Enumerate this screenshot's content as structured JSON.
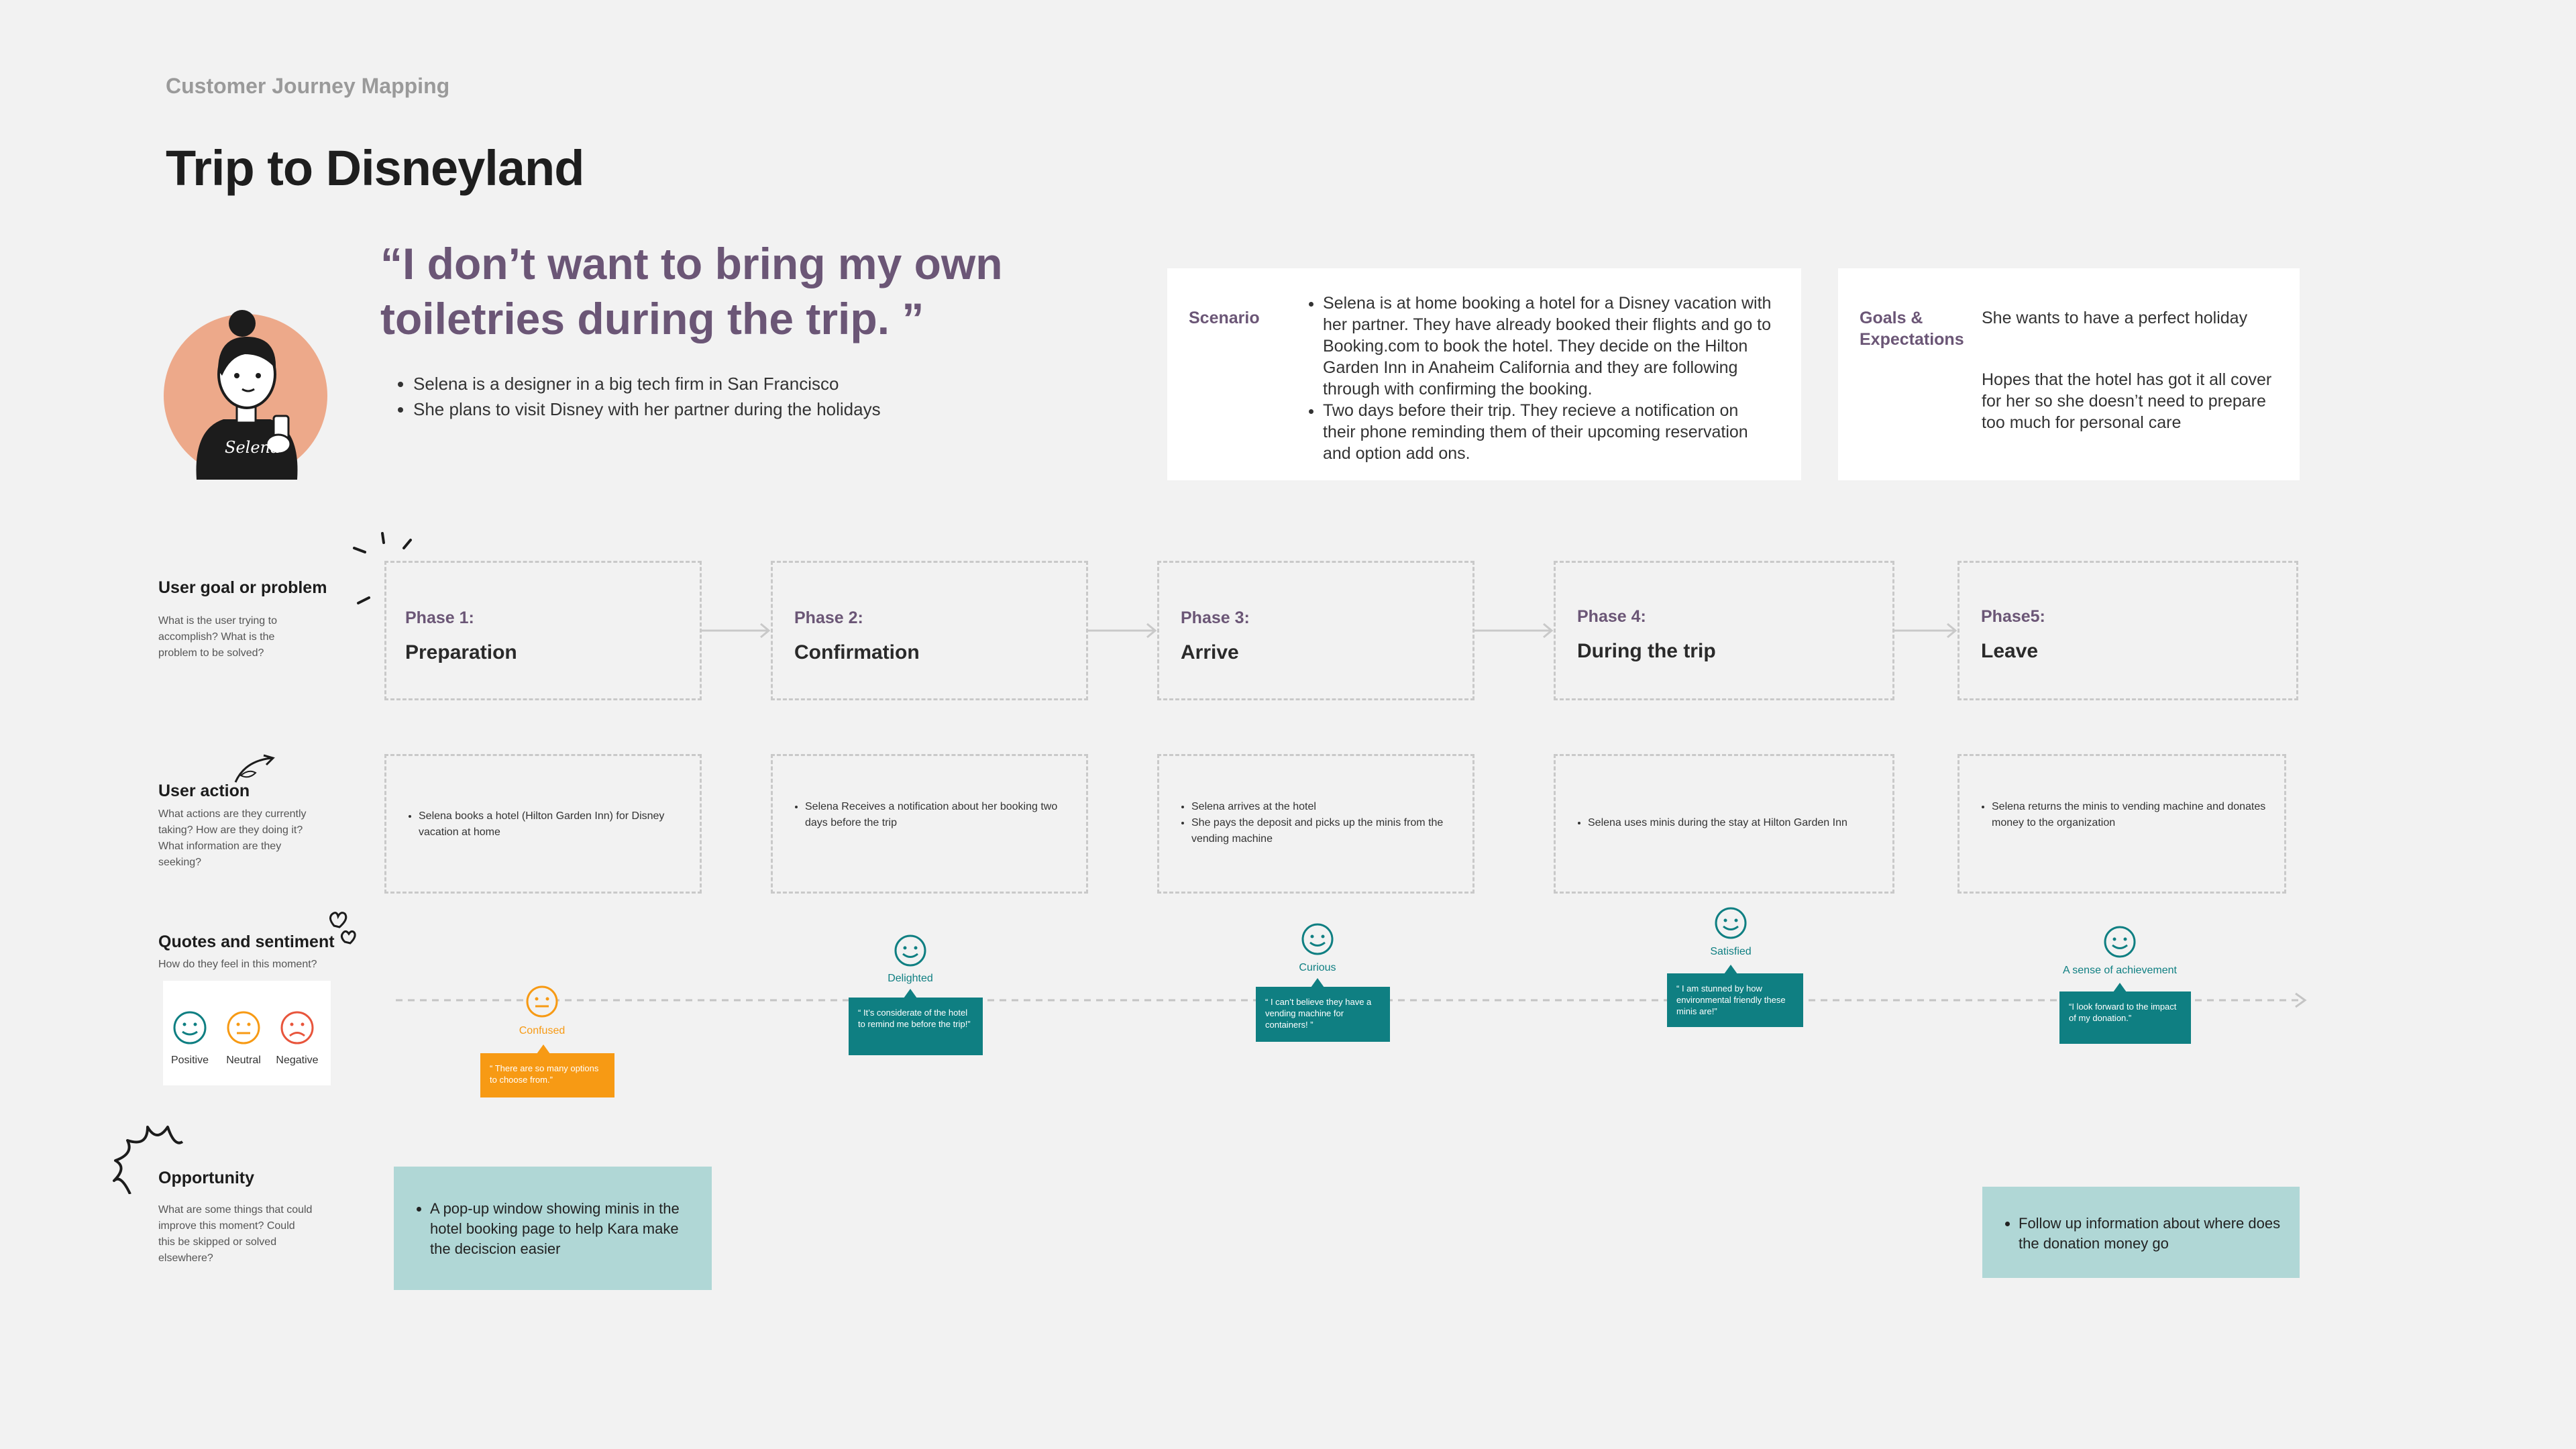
{
  "header": {
    "eyebrow": "Customer Journey Mapping",
    "title": "Trip to Disneyland"
  },
  "persona": {
    "quote_line1": "“I don’t want to bring my own",
    "quote_line2": "toiletries during the trip. ”",
    "bullets": [
      "Selena is a designer in a big tech firm in San Francisco",
      "She plans to visit Disney with her partner during the holidays"
    ],
    "avatar_text": "Selena"
  },
  "scenario": {
    "label": "Scenario",
    "items": [
      "Selena is at home booking a hotel for a Disney vacation with her partner. They have already booked their flights and go to Booking.com to book the hotel. They decide on the Hilton Garden Inn in Anaheim California and they are following through with confirming the booking.",
      "Two days before their trip. They recieve a notification on their phone reminding them of their upcoming reservation and option add ons."
    ]
  },
  "goals": {
    "label_line1": "Goals &",
    "label_line2": "Expectations",
    "text1": "She wants to have a perfect holiday",
    "text2": "Hopes that the hotel has got it all cover for her so she doesn’t need to prepare too much for personal care"
  },
  "rows": {
    "goal": {
      "title": "User goal or problem",
      "desc": "What is the user trying to accomplish? What is the problem to be solved?"
    },
    "action": {
      "title": "User action",
      "desc": "What actions are they currently taking? How are they doing it? What information are they seeking?"
    },
    "quotes": {
      "title": "Quotes and sentiment",
      "desc": "How do they feel in this moment?"
    },
    "opportunity": {
      "title": "Opportunity",
      "desc": "What are some things that could improve this moment? Could this be skipped or solved elsewhere?"
    }
  },
  "phases": [
    {
      "num": "Phase 1:",
      "name": "Preparation"
    },
    {
      "num": "Phase 2:",
      "name": "Confirmation"
    },
    {
      "num": "Phase 3:",
      "name": "Arrive"
    },
    {
      "num": "Phase 4:",
      "name": "During the trip"
    },
    {
      "num": "Phase5:",
      "name": "Leave"
    }
  ],
  "actions": [
    [
      "Selena books a hotel (Hilton Garden Inn) for Disney vacation at home"
    ],
    [
      "Selena Receives a notification about her booking two days before the trip"
    ],
    [
      "Selena arrives at the hotel",
      "She pays the deposit and picks up the minis from the vending machine"
    ],
    [
      "Selena uses minis during the stay at Hilton Garden Inn"
    ],
    [
      "Selena returns the minis to vending machine and donates money to the organization"
    ]
  ],
  "sentiments": [
    {
      "label": "Confused",
      "quote": "“ There are so many options to choose from.”",
      "type": "neutral",
      "color": "#f79a14"
    },
    {
      "label": "Delighted",
      "quote": "“ It’s considerate of the hotel to remind me before the trip!”",
      "type": "positive",
      "color": "#0f7f82"
    },
    {
      "label": "Curious",
      "quote": "“ I can’t believe they have a vending machine for containers! ”",
      "type": "positive",
      "color": "#0f7f82"
    },
    {
      "label": "Satisfied",
      "quote": "“ I am stunned by how environmental friendly these minis are!”",
      "type": "positive",
      "color": "#0f7f82"
    },
    {
      "label": "A sense of achievement",
      "quote": "“I look forward to the impact of my donation.”",
      "type": "positive",
      "color": "#0f7f82"
    }
  ],
  "legend": {
    "positive": "Positive",
    "neutral": "Neutral",
    "negative": "Negative"
  },
  "opportunities": [
    "A pop-up window showing minis in the hotel booking page to help Kara make the deciscion easier",
    "Follow up information about where does the donation money go"
  ],
  "colors": {
    "accent_purple": "#6b5676",
    "teal": "#0f7f82",
    "orange": "#f79a14",
    "red": "#e8553c",
    "opportunity_bg": "#b0d7d6",
    "avatar_bg": "#eda98a"
  }
}
